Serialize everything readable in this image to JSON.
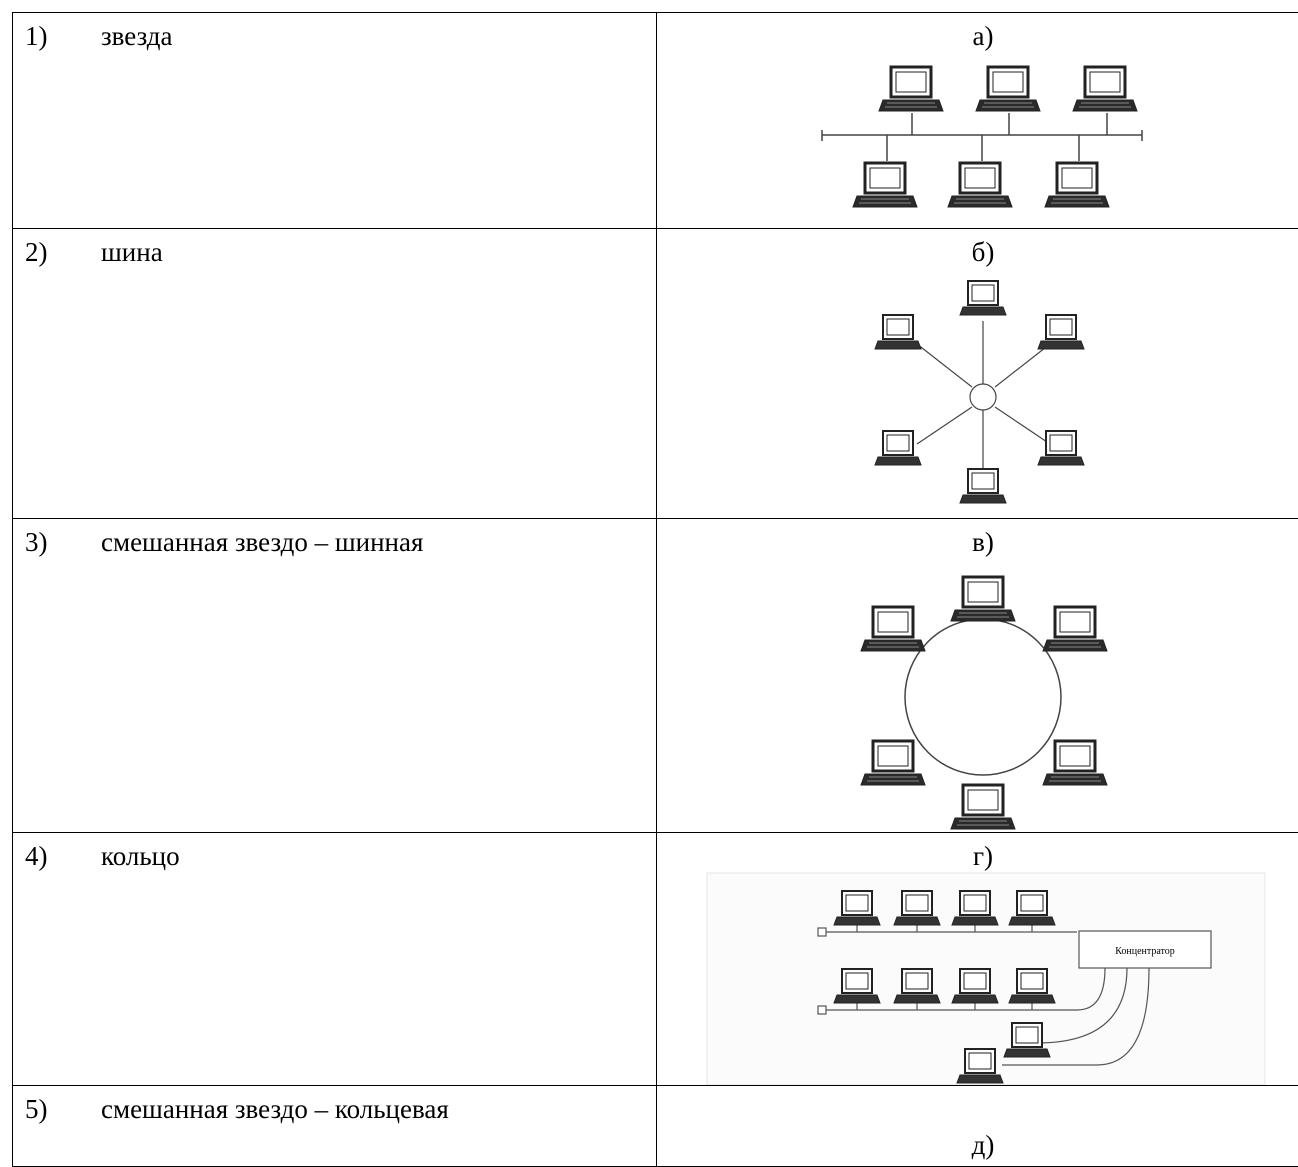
{
  "rows": [
    {
      "num": "1)",
      "term": "звезда",
      "letter": "а)"
    },
    {
      "num": "2)",
      "term": "шина",
      "letter": "б)"
    },
    {
      "num": "3)",
      "term": "смешанная звездо – шинная",
      "letter": "в)"
    },
    {
      "num": "4)",
      "term": "кольцо",
      "letter": "г)"
    },
    {
      "num": "5)",
      "term": "смешанная звездо – кольцевая",
      "letter": "д)"
    }
  ],
  "hub_label": "Концентратор",
  "icons": {
    "computer": "laptop-icon",
    "hub": "hub-box"
  },
  "colors": {
    "line": "#444444",
    "icon": "#222222"
  }
}
